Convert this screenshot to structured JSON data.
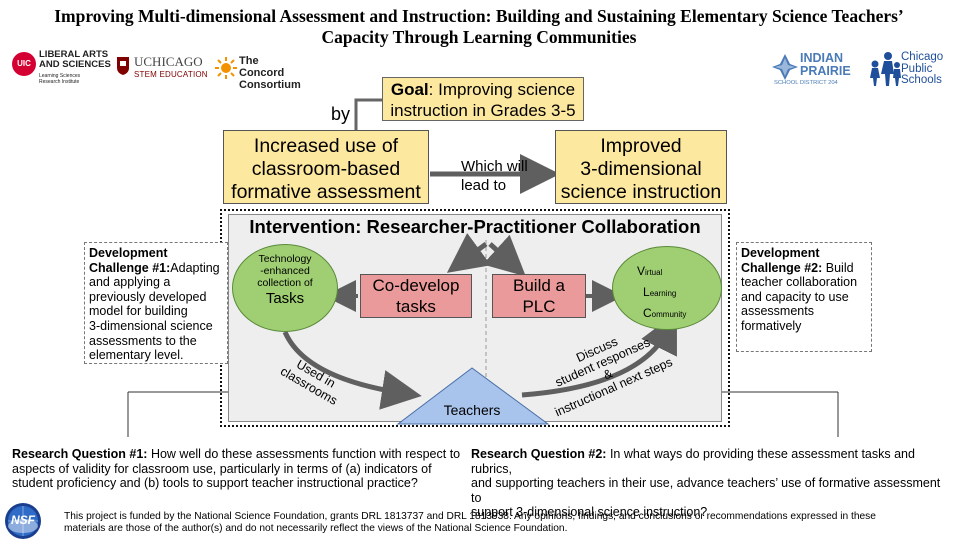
{
  "title": {
    "line1": "Improving Multi-dimensional Assessment and Instruction: Building and Sustaining Elementary Science Teachers’",
    "line2": "Capacity Through Learning Communities"
  },
  "logos": {
    "uic_badge": "UIC",
    "uic_line1": "LIBERAL ARTS",
    "uic_line2": "AND SCIENCES",
    "uic_sub1": "Learning Sciences",
    "uic_sub2": "Research Institute",
    "uchicago_name": "UCHICAGO",
    "uchicago_sub": "STEM EDUCATION",
    "concord_line1": "The Concord",
    "concord_line2": "Consortium",
    "indian_line1": "INDIAN",
    "indian_line2": "PRAIRIE",
    "indian_sub": "SCHOOL DISTRICT 204",
    "cps_line1": "Chicago",
    "cps_line2": "Public",
    "cps_line3": "Schools",
    "nsf": "NSF"
  },
  "goal": {
    "label": "Goal",
    "text_line1": ": Improving science",
    "text_line2": "instruction in Grades 3-5"
  },
  "by_label": "by",
  "box_formative": {
    "line1": "Increased use of",
    "line2": "classroom-based",
    "line3": "formative assessment"
  },
  "lead_label": {
    "line1": "Which will",
    "line2": "lead to"
  },
  "box_improved": {
    "line1": "Improved",
    "line2": "3-dimensional",
    "line3": "science instruction"
  },
  "intervention_title": "Intervention: Researcher-Practitioner Collaboration",
  "dev1": {
    "heading_line1": "Development",
    "heading_line2": "Challenge #1:",
    "text_line1": "Adapting",
    "rest": [
      "and applying a",
      "previously developed",
      "model for building",
      "3-dimensional science",
      "assessments to the",
      "elementary level."
    ]
  },
  "dev2": {
    "heading_line1": "Development",
    "heading_line2": "Challenge #2:",
    "text_line1": " Build",
    "rest": [
      "teacher collaboration",
      "and capacity to use",
      "assessments",
      "formatively"
    ]
  },
  "ellipse_tasks": {
    "line1": "Technology",
    "line2": "-enhanced",
    "line3": "collection of",
    "big": "Tasks"
  },
  "codevelop": {
    "line1": "Co-develop",
    "line2": "tasks"
  },
  "build_plc": {
    "line1": "Build a",
    "line2": "PLC"
  },
  "ellipse_vlc": {
    "v_cap": "V",
    "v_rest": "irtual",
    "l_cap": "L",
    "l_rest": "earning",
    "c_cap": "C",
    "c_rest": "ommunity"
  },
  "arrow_used": {
    "line1": "Used in",
    "line2": "classrooms"
  },
  "arrow_discuss": {
    "line1": "Discuss",
    "line2": "student responses",
    "line3": "&",
    "line4": "instructional next steps"
  },
  "teachers_label": "Teachers",
  "rq1": {
    "label": "Research Question #1:",
    "text_line1": " How well do these assessments function with respect to",
    "line2": "aspects of validity for classroom use, particularly in terms of (a) indicators of",
    "line3": "student proficiency and (b) tools to support teacher instructional practice?"
  },
  "rq2": {
    "label": "Research Question #2:",
    "text_line1": " In what ways do providing these assessment tasks and rubrics,",
    "line2": "and supporting teachers in their use, advance teachers’ use of formative assessment to",
    "line3": "support 3-dimensional science instruction?"
  },
  "footer": {
    "line1": "This project is funded by the National Science Foundation, grants DRL 1813737 and DRL 1813938. Any opinions, findings, and conclusions or recommendations expressed in these",
    "line2": "materials are those of the author(s) and do not necessarily reflect the views of the National Science Foundation."
  },
  "colors": {
    "yellow_box": "#fde8a0",
    "pink_box": "#ea9a9a",
    "green_ellipse": "#9fcf72",
    "blue_triangle": "#a9c4ec",
    "arrow_gray": "#5f5f5f",
    "uic_red": "#d50032",
    "uchicago_maroon": "#800000",
    "concord_orange": "#f39200",
    "indian_blue": "#4a7bb7",
    "cps_blue": "#1f4f9a"
  }
}
